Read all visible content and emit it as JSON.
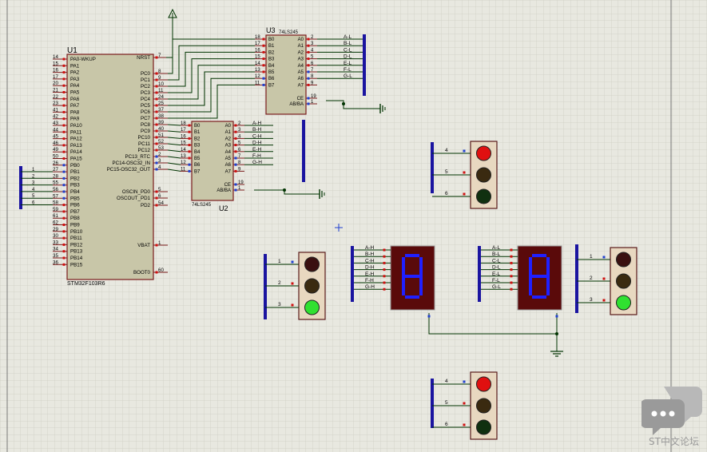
{
  "u1": {
    "ref": "U1",
    "part": "STM32F103R6",
    "left_pins": [
      {
        "num": "14",
        "name": "PA0-WKUP"
      },
      {
        "num": "15",
        "name": "PA1"
      },
      {
        "num": "16",
        "name": "PA2"
      },
      {
        "num": "17",
        "name": "PA3"
      },
      {
        "num": "20",
        "name": "PA4"
      },
      {
        "num": "21",
        "name": "PA5"
      },
      {
        "num": "22",
        "name": "PA6"
      },
      {
        "num": "23",
        "name": "PA7"
      },
      {
        "num": "41",
        "name": "PA8"
      },
      {
        "num": "42",
        "name": "PA9"
      },
      {
        "num": "43",
        "name": "PA10"
      },
      {
        "num": "44",
        "name": "PA11"
      },
      {
        "num": "45",
        "name": "PA12"
      },
      {
        "num": "46",
        "name": "PA13"
      },
      {
        "num": "49",
        "name": "PA14"
      },
      {
        "num": "50",
        "name": "PA15"
      },
      {
        "num": "26",
        "name": "PB0"
      },
      {
        "num": "27",
        "name": "PB1"
      },
      {
        "num": "28",
        "name": "PB2"
      },
      {
        "num": "55",
        "name": "PB3"
      },
      {
        "num": "56",
        "name": "PB4"
      },
      {
        "num": "57",
        "name": "PB5"
      },
      {
        "num": "58",
        "name": "PB6"
      },
      {
        "num": "59",
        "name": "PB7"
      },
      {
        "num": "61",
        "name": "PB8"
      },
      {
        "num": "62",
        "name": "PB9"
      },
      {
        "num": "29",
        "name": "PB10"
      },
      {
        "num": "30",
        "name": "PB11"
      },
      {
        "num": "33",
        "name": "PB12"
      },
      {
        "num": "34",
        "name": "PB13"
      },
      {
        "num": "35",
        "name": "PB14"
      },
      {
        "num": "36",
        "name": "PB15"
      }
    ],
    "right_pins": [
      {
        "num": "7",
        "name": "NRST"
      },
      {
        "num": "8",
        "name": "PC0"
      },
      {
        "num": "9",
        "name": "PC1"
      },
      {
        "num": "10",
        "name": "PC2"
      },
      {
        "num": "11",
        "name": "PC3"
      },
      {
        "num": "24",
        "name": "PC4"
      },
      {
        "num": "25",
        "name": "PC5"
      },
      {
        "num": "37",
        "name": "PC6"
      },
      {
        "num": "38",
        "name": "PC7"
      },
      {
        "num": "39",
        "name": "PC8"
      },
      {
        "num": "40",
        "name": "PC9"
      },
      {
        "num": "51",
        "name": "PC10"
      },
      {
        "num": "52",
        "name": "PC11"
      },
      {
        "num": "53",
        "name": "PC12"
      },
      {
        "num": "2",
        "name": "PC13_RTC"
      },
      {
        "num": "3",
        "name": "PC14-OSC32_IN"
      },
      {
        "num": "4",
        "name": "PC15-OSC32_OUT"
      },
      {
        "num": "5",
        "name": "OSCIN_PD0"
      },
      {
        "num": "6",
        "name": "OSCOUT_PD1"
      },
      {
        "num": "54",
        "name": "PD2"
      },
      {
        "num": "1",
        "name": "VBAT"
      },
      {
        "num": "60",
        "name": "BOOT0"
      }
    ],
    "pb_bus_labels": [
      "1",
      "2",
      "3",
      "4",
      "5",
      "6"
    ]
  },
  "u3": {
    "ref": "U3",
    "part": "74LS245",
    "left_pins": [
      {
        "num": "18",
        "name": "B0"
      },
      {
        "num": "17",
        "name": "B1"
      },
      {
        "num": "16",
        "name": "B2"
      },
      {
        "num": "15",
        "name": "B3"
      },
      {
        "num": "14",
        "name": "B4"
      },
      {
        "num": "13",
        "name": "B5"
      },
      {
        "num": "12",
        "name": "B6"
      },
      {
        "num": "11",
        "name": "B7"
      }
    ],
    "right_pins": [
      {
        "num": "2",
        "name": "A0"
      },
      {
        "num": "3",
        "name": "A1"
      },
      {
        "num": "4",
        "name": "A2"
      },
      {
        "num": "5",
        "name": "A3"
      },
      {
        "num": "6",
        "name": "A4"
      },
      {
        "num": "7",
        "name": "A5"
      },
      {
        "num": "8",
        "name": "A6"
      },
      {
        "num": "9",
        "name": "A7"
      }
    ],
    "ctrl_pins": [
      {
        "num": "19",
        "name": "CE"
      },
      {
        "num": "1",
        "name": "AB/BA"
      }
    ],
    "net_labels": [
      "A-L",
      "B-L",
      "C-L",
      "D-L",
      "E-L",
      "F-L",
      "G-L"
    ]
  },
  "u2": {
    "ref": "U2",
    "part": "74LS245",
    "left_pins": [
      {
        "num": "18",
        "name": "B0"
      },
      {
        "num": "17",
        "name": "B1"
      },
      {
        "num": "16",
        "name": "B2"
      },
      {
        "num": "15",
        "name": "B3"
      },
      {
        "num": "14",
        "name": "B4"
      },
      {
        "num": "13",
        "name": "B5"
      },
      {
        "num": "12",
        "name": "B6"
      },
      {
        "num": "11",
        "name": "B7"
      }
    ],
    "right_pins": [
      {
        "num": "2",
        "name": "A0"
      },
      {
        "num": "3",
        "name": "A1"
      },
      {
        "num": "4",
        "name": "A2"
      },
      {
        "num": "5",
        "name": "A3"
      },
      {
        "num": "6",
        "name": "A4"
      },
      {
        "num": "7",
        "name": "A5"
      },
      {
        "num": "8",
        "name": "A6"
      },
      {
        "num": "9",
        "name": "A7"
      }
    ],
    "ctrl_pins": [
      {
        "num": "19",
        "name": "CE"
      },
      {
        "num": "1",
        "name": "AB/BA"
      }
    ],
    "net_labels": [
      "A-H",
      "B-H",
      "C-H",
      "D-H",
      "E-H",
      "F-H",
      "G-H"
    ]
  },
  "display_h_labels": [
    "A-H",
    "B-H",
    "C-H",
    "D-H",
    "E-H",
    "F-H",
    "G-H"
  ],
  "display_l_labels": [
    "A-L",
    "B-L",
    "C-L",
    "D-L",
    "E-L",
    "F-L",
    "G-L"
  ],
  "display_digit": "8",
  "lights": [
    {
      "id": "top-right",
      "pins": [
        "4",
        "5",
        "6"
      ],
      "lamps": [
        "#e01010",
        "#3a2a10",
        "#103010"
      ]
    },
    {
      "id": "left",
      "pins": [
        "1",
        "2",
        "3"
      ],
      "lamps": [
        "#3a1010",
        "#3a2a10",
        "#30e030"
      ]
    },
    {
      "id": "right",
      "pins": [
        "1",
        "2",
        "3"
      ],
      "lamps": [
        "#3a1010",
        "#3a2a10",
        "#30e030"
      ]
    },
    {
      "id": "bottom",
      "pins": [
        "4",
        "5",
        "6"
      ],
      "lamps": [
        "#e01010",
        "#3a2a10",
        "#103010"
      ]
    }
  ],
  "watermark_text": "ST中文论坛",
  "colors": {
    "grid_bg": "#e8e8e0",
    "grid_line": "#cfcfc4",
    "chip_fill": "#c8c6a8",
    "chip_border": "#7a1c1c",
    "wire": "#003300",
    "bus": "#1a14a0",
    "pin_red": "#d01010",
    "pin_blue": "#2040d0",
    "seg_on": "#2020ff",
    "seg_bg": "#5a0a0a",
    "light_box": "#e8d8c0"
  }
}
